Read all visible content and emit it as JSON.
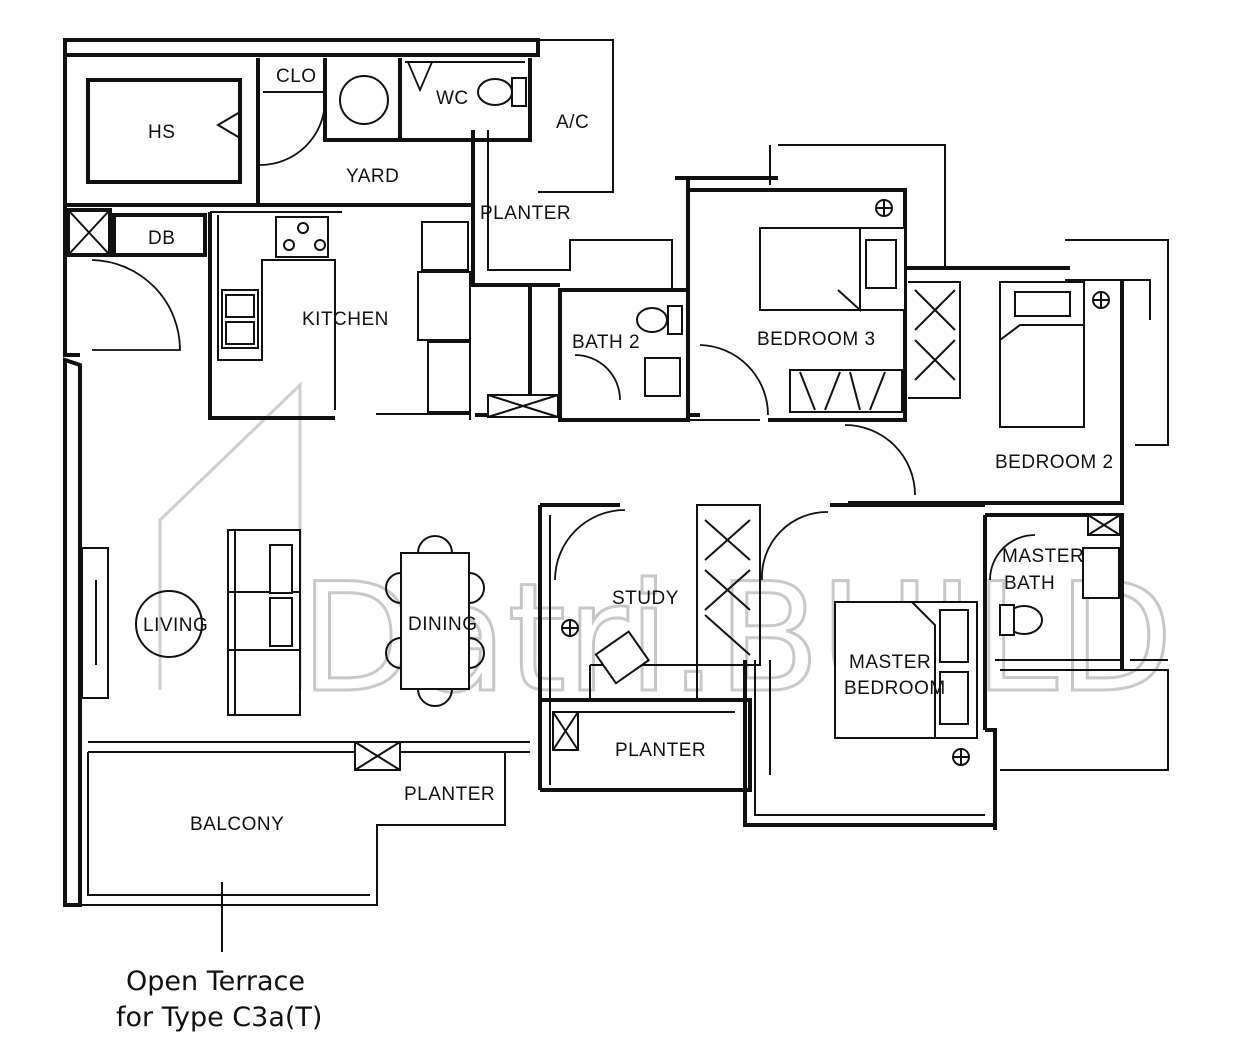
{
  "watermark": "Datri.BUILD",
  "rooms": {
    "hs": "HS",
    "clo": "CLO",
    "wc": "WC",
    "ac": "A/C",
    "yard": "YARD",
    "db": "DB",
    "kitchen": "KITCHEN",
    "planter_top": "PLANTER",
    "bath2": "BATH 2",
    "bedroom3": "BEDROOM 3",
    "bedroom2": "BEDROOM 2",
    "living": "LIVING",
    "dining": "DINING",
    "study": "STUDY",
    "master_bath_1": "MASTER",
    "master_bath_2": "BATH",
    "master_bedroom_1": "MASTER",
    "master_bedroom_2": "BEDROOM",
    "planter_mid": "PLANTER",
    "planter_low": "PLANTER",
    "balcony": "BALCONY"
  },
  "note": {
    "line1": "Open Terrace",
    "line2": "for Type C3a(T)"
  }
}
